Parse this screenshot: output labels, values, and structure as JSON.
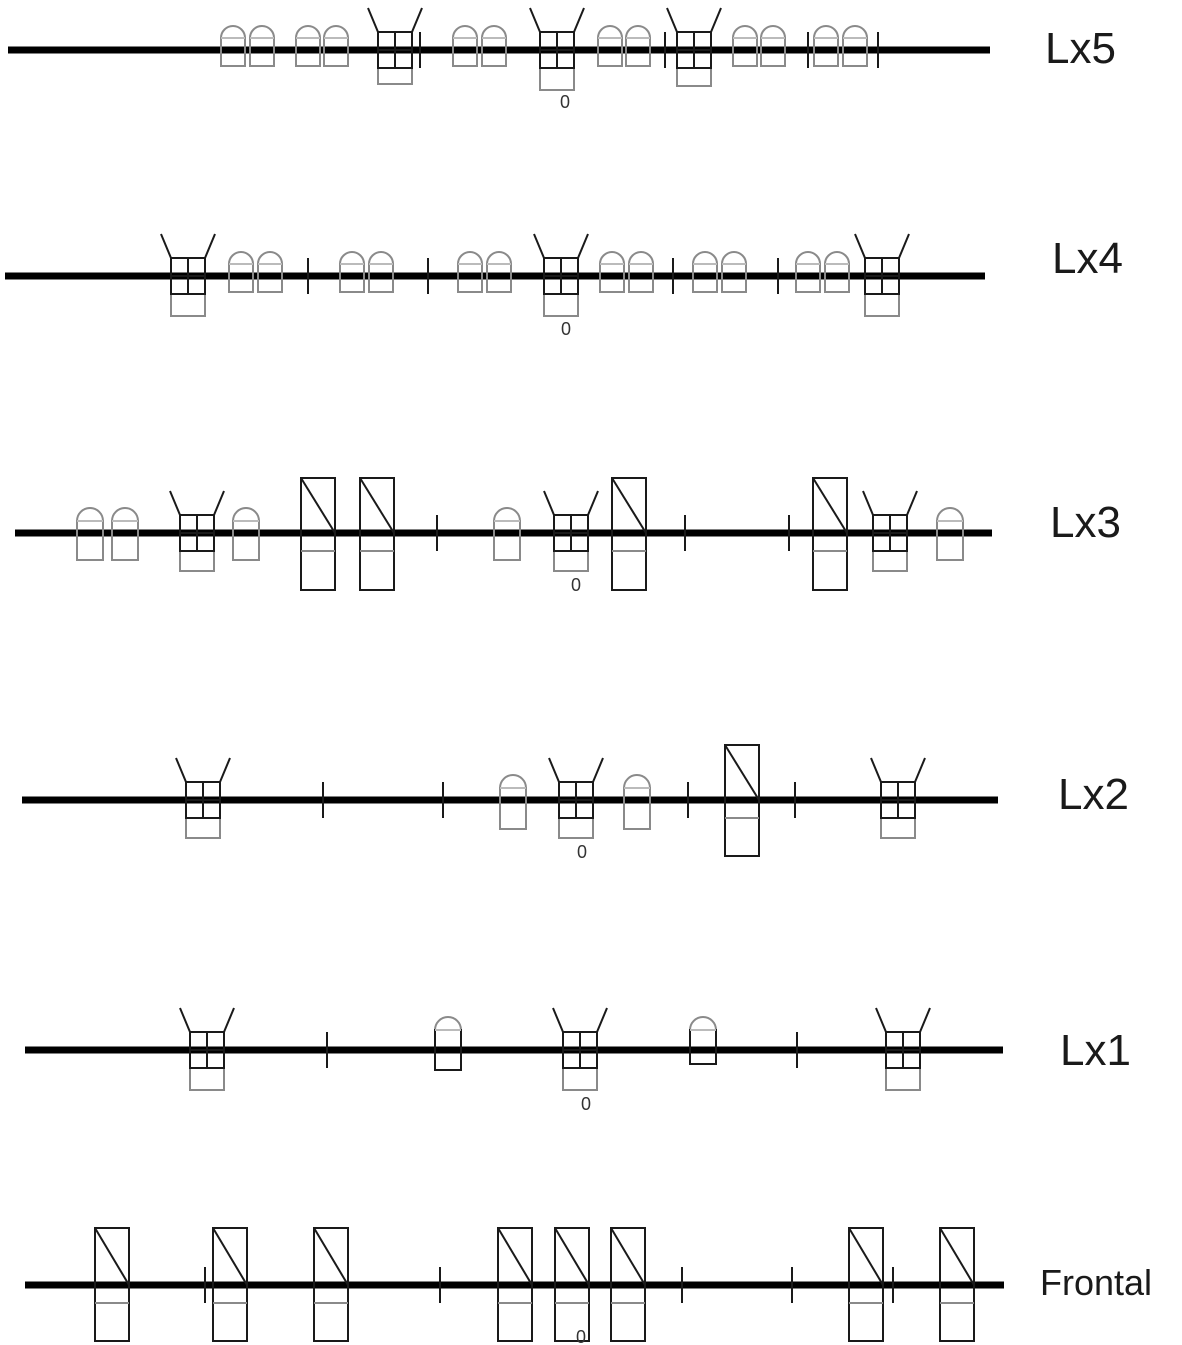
{
  "rows": [
    {
      "label": "Lx5",
      "zero_label": "0"
    },
    {
      "label": "Lx4",
      "zero_label": "0"
    },
    {
      "label": "Lx3",
      "zero_label": "0"
    },
    {
      "label": "Lx2",
      "zero_label": "0"
    },
    {
      "label": "Lx1",
      "zero_label": "0"
    },
    {
      "label": "Frontal",
      "zero_label": "0"
    }
  ]
}
